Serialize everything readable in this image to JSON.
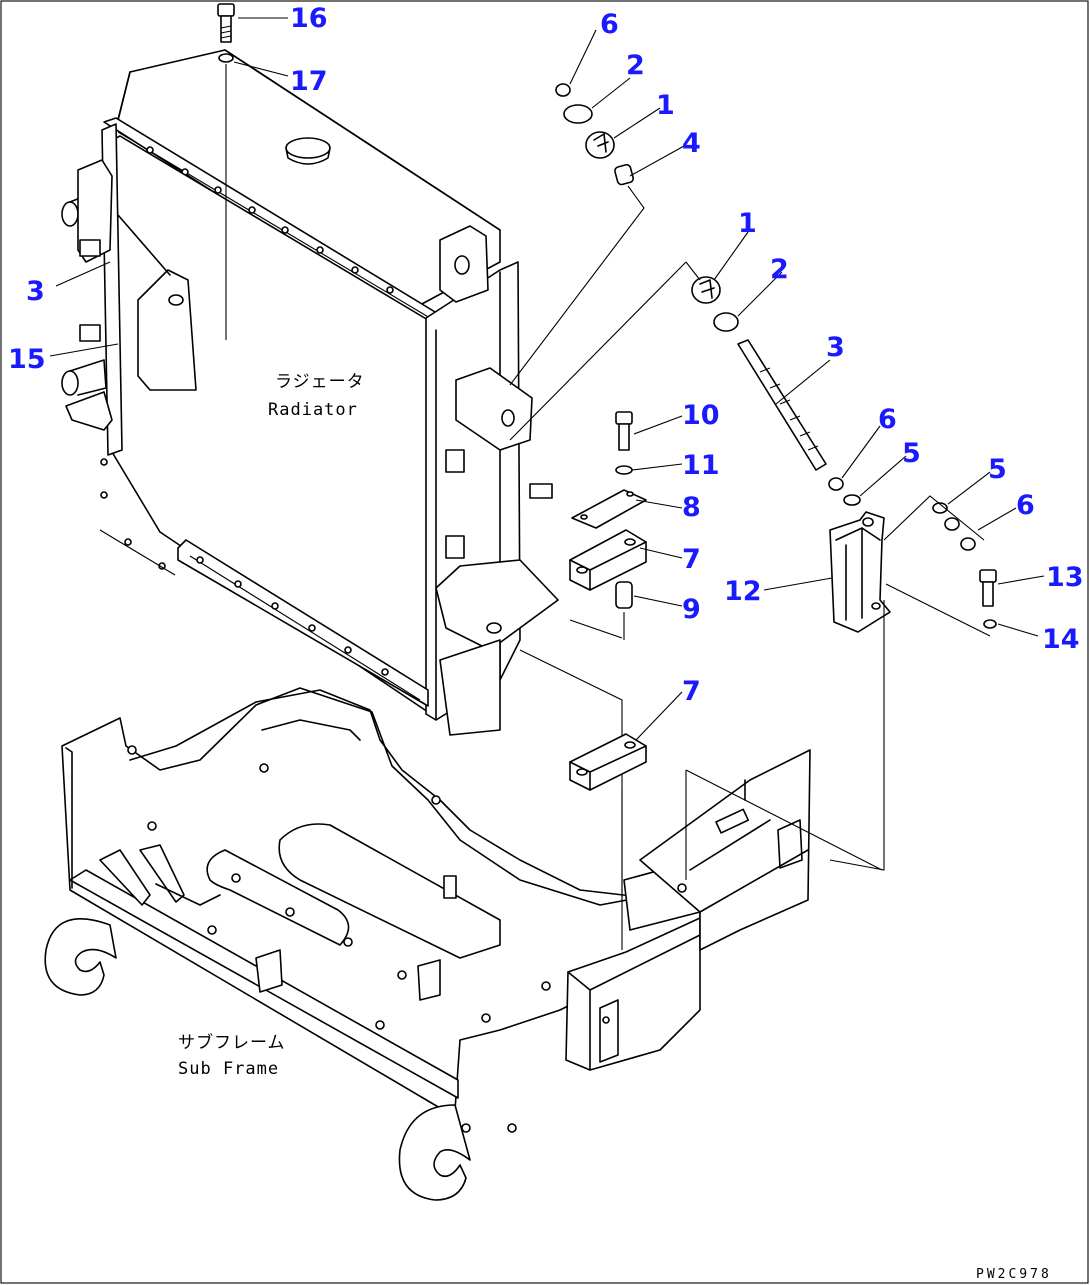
{
  "drawing": {
    "labels": {
      "radiator_jp": "ラジェータ",
      "radiator_en": "Radiator",
      "subframe_jp": "サブフレーム",
      "subframe_en": "Sub Frame"
    },
    "drawing_code": "PW2C978",
    "callouts": [
      {
        "id": "c16",
        "text": "16"
      },
      {
        "id": "c17",
        "text": "17"
      },
      {
        "id": "c6a",
        "text": "6"
      },
      {
        "id": "c2a",
        "text": "2"
      },
      {
        "id": "c1a",
        "text": "1"
      },
      {
        "id": "c4",
        "text": "4"
      },
      {
        "id": "c3a",
        "text": "3"
      },
      {
        "id": "c15",
        "text": "15"
      },
      {
        "id": "c1b",
        "text": "1"
      },
      {
        "id": "c2b",
        "text": "2"
      },
      {
        "id": "c3b",
        "text": "3"
      },
      {
        "id": "c10",
        "text": "10"
      },
      {
        "id": "c11",
        "text": "11"
      },
      {
        "id": "c8",
        "text": "8"
      },
      {
        "id": "c7a",
        "text": "7"
      },
      {
        "id": "c9",
        "text": "9"
      },
      {
        "id": "c6b",
        "text": "6"
      },
      {
        "id": "c5a",
        "text": "5"
      },
      {
        "id": "c5b",
        "text": "5"
      },
      {
        "id": "c6c",
        "text": "6"
      },
      {
        "id": "c12",
        "text": "12"
      },
      {
        "id": "c13",
        "text": "13"
      },
      {
        "id": "c14",
        "text": "14"
      },
      {
        "id": "c7b",
        "text": "7"
      }
    ]
  }
}
